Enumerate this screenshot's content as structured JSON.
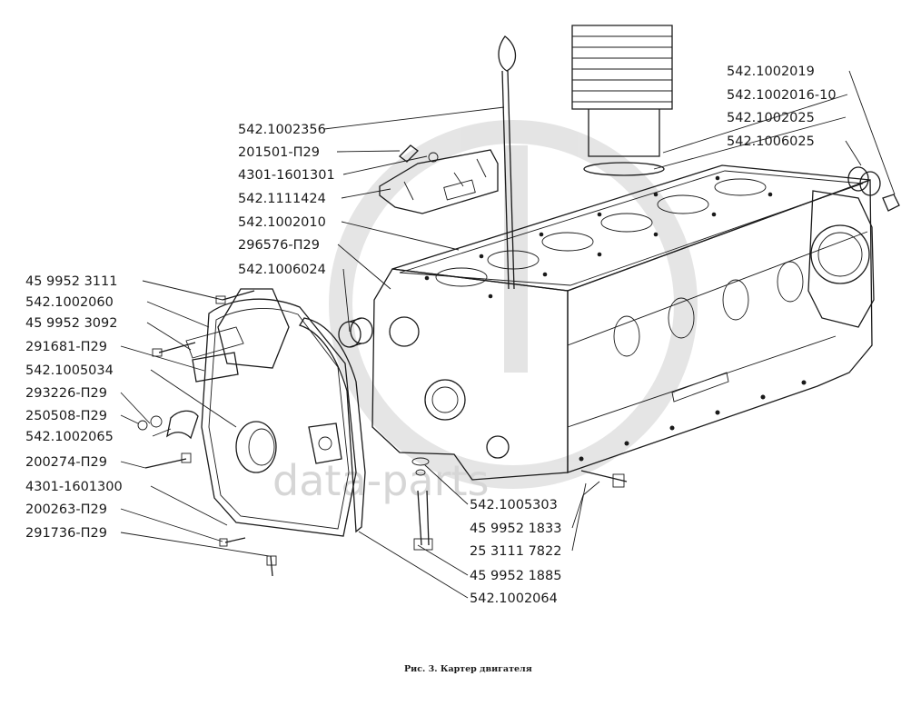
{
  "labels_left": [
    "542.1002356",
    "201501-П29",
    "4301-1601301",
    "542.1111424",
    "542.1002010",
    "296576-П29",
    "542.1006024",
    "45 9952 3111",
    "542.1002060",
    "45 9952 3092",
    "291681-П29",
    "542.1005034",
    "293226-П29",
    "250508-П29",
    "542.1002065",
    "200274-П29",
    "4301-1601300",
    "200263-П29",
    "291736-П29"
  ],
  "labels_right": [
    "542.1002019",
    "542.1002016-10",
    "542.1002025",
    "542.1006025"
  ],
  "labels_bottom": [
    "542.1005303",
    "45 9952 1833",
    "25 3111 7822",
    "45 9952 1885",
    "542.1002064"
  ],
  "caption": "Рис. 3. Картер двигателя",
  "watermark": "data-parts"
}
